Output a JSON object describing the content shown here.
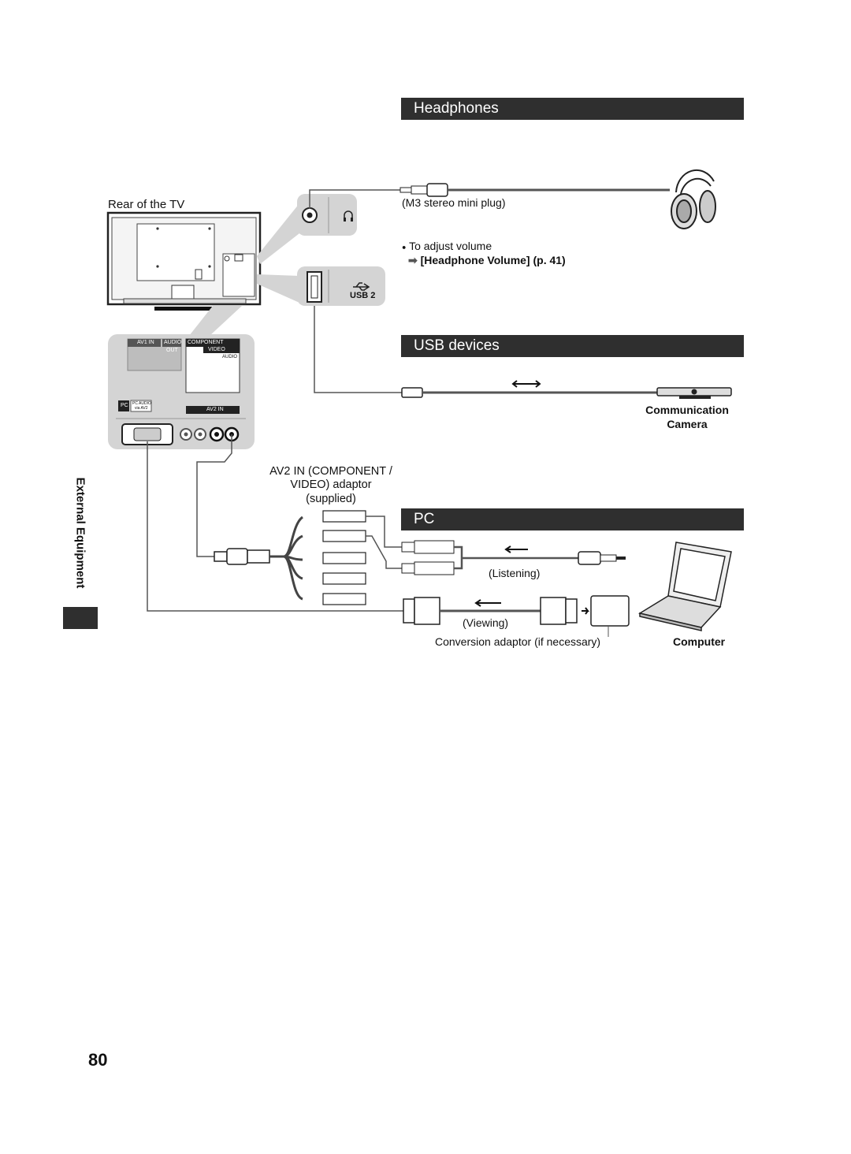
{
  "sections": {
    "headphones": "Headphones",
    "usb": "USB devices",
    "pc": "PC"
  },
  "labels": {
    "rear_tv": "Rear of the TV",
    "mini_plug": "(M3 stereo mini plug)",
    "adjust_volume": "To adjust volume",
    "headphone_volume_ref": "[Headphone Volume] (p. 41)",
    "comm_camera_line1": "Communication",
    "comm_camera_line2": "Camera",
    "av2_line1": "AV2 IN (COMPONENT /",
    "av2_line2": "VIDEO) adaptor",
    "av2_line3": "(supplied)",
    "listening": "(Listening)",
    "viewing": "(Viewing)",
    "conversion": "Conversion adaptor (if necessary)",
    "computer": "Computer"
  },
  "panel_text": {
    "av1_in": "AV1 IN",
    "audio": "AUDIO",
    "out": "OUT",
    "video": "VIDEO",
    "component": "COMPONENT",
    "audio2": "AUDIO",
    "pc": "PC",
    "pc_audio": "PC AUDIO",
    "via_av2": "via AV2",
    "av2_in": "AV2 IN",
    "usb2": "USB 2"
  },
  "side_label": "External Equipment",
  "page_number": "80",
  "colors": {
    "bar": "#2f2f2f",
    "panel_gray": "#d4d4d4",
    "cable": "#555555"
  }
}
